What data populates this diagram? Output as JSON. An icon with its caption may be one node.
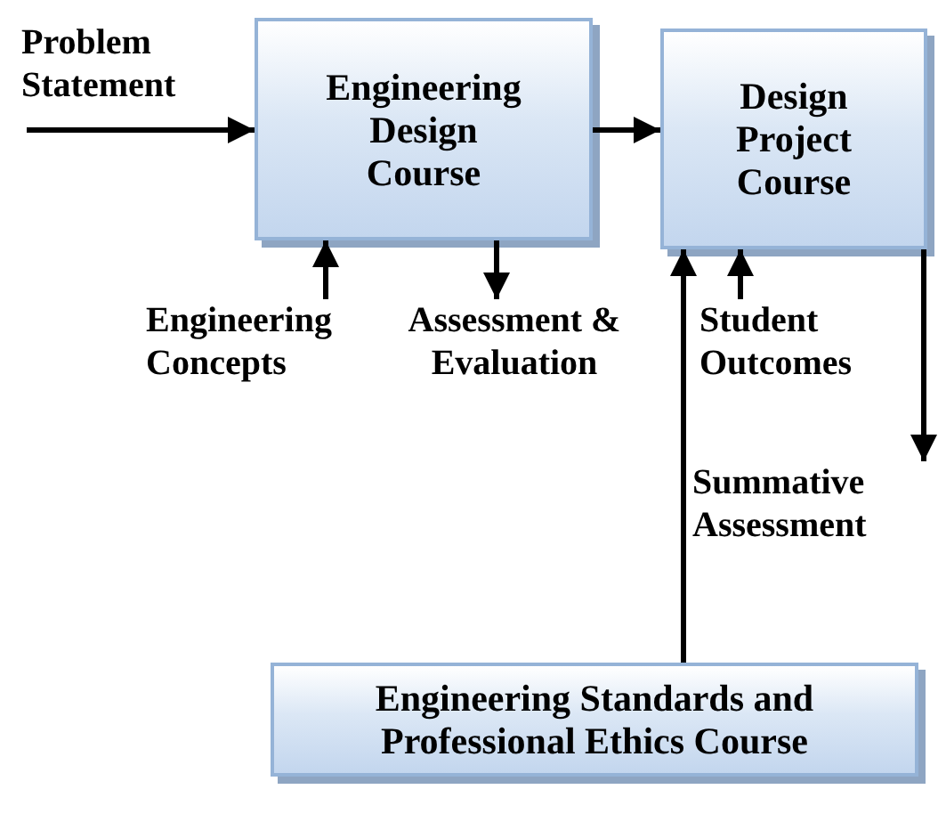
{
  "diagram": {
    "nodes": [
      {
        "text": [
          "Problem Statement"
        ]
      },
      {
        "text": [
          "Engineering Design Course"
        ]
      },
      {
        "text": [
          "Design Project Course"
        ]
      },
      {
        "text": [
          "Engineering Concepts"
        ]
      },
      {
        "text": [
          "Assessment & Evaluation"
        ]
      },
      {
        "text": [
          "Student Outcomes"
        ]
      },
      {
        "text": [
          "Summative Assessment"
        ]
      },
      {
        "text": [
          "Engineering Standards and Professional Ethics Course"
        ]
      }
    ],
    "edges": [
      {
        "from": 0,
        "to": 1,
        "arrow": "to"
      },
      {
        "from": 1,
        "to": 2,
        "arrow": "to"
      },
      {
        "from": 3,
        "to": 1,
        "arrow": "to"
      },
      {
        "from": 1,
        "to": 4,
        "arrow": "to"
      },
      {
        "from": 5,
        "to": 2,
        "arrow": "to"
      },
      {
        "from": 7,
        "to": 2,
        "arrow": "to"
      },
      {
        "from": 2,
        "to": 6,
        "arrow": "to"
      }
    ]
  }
}
